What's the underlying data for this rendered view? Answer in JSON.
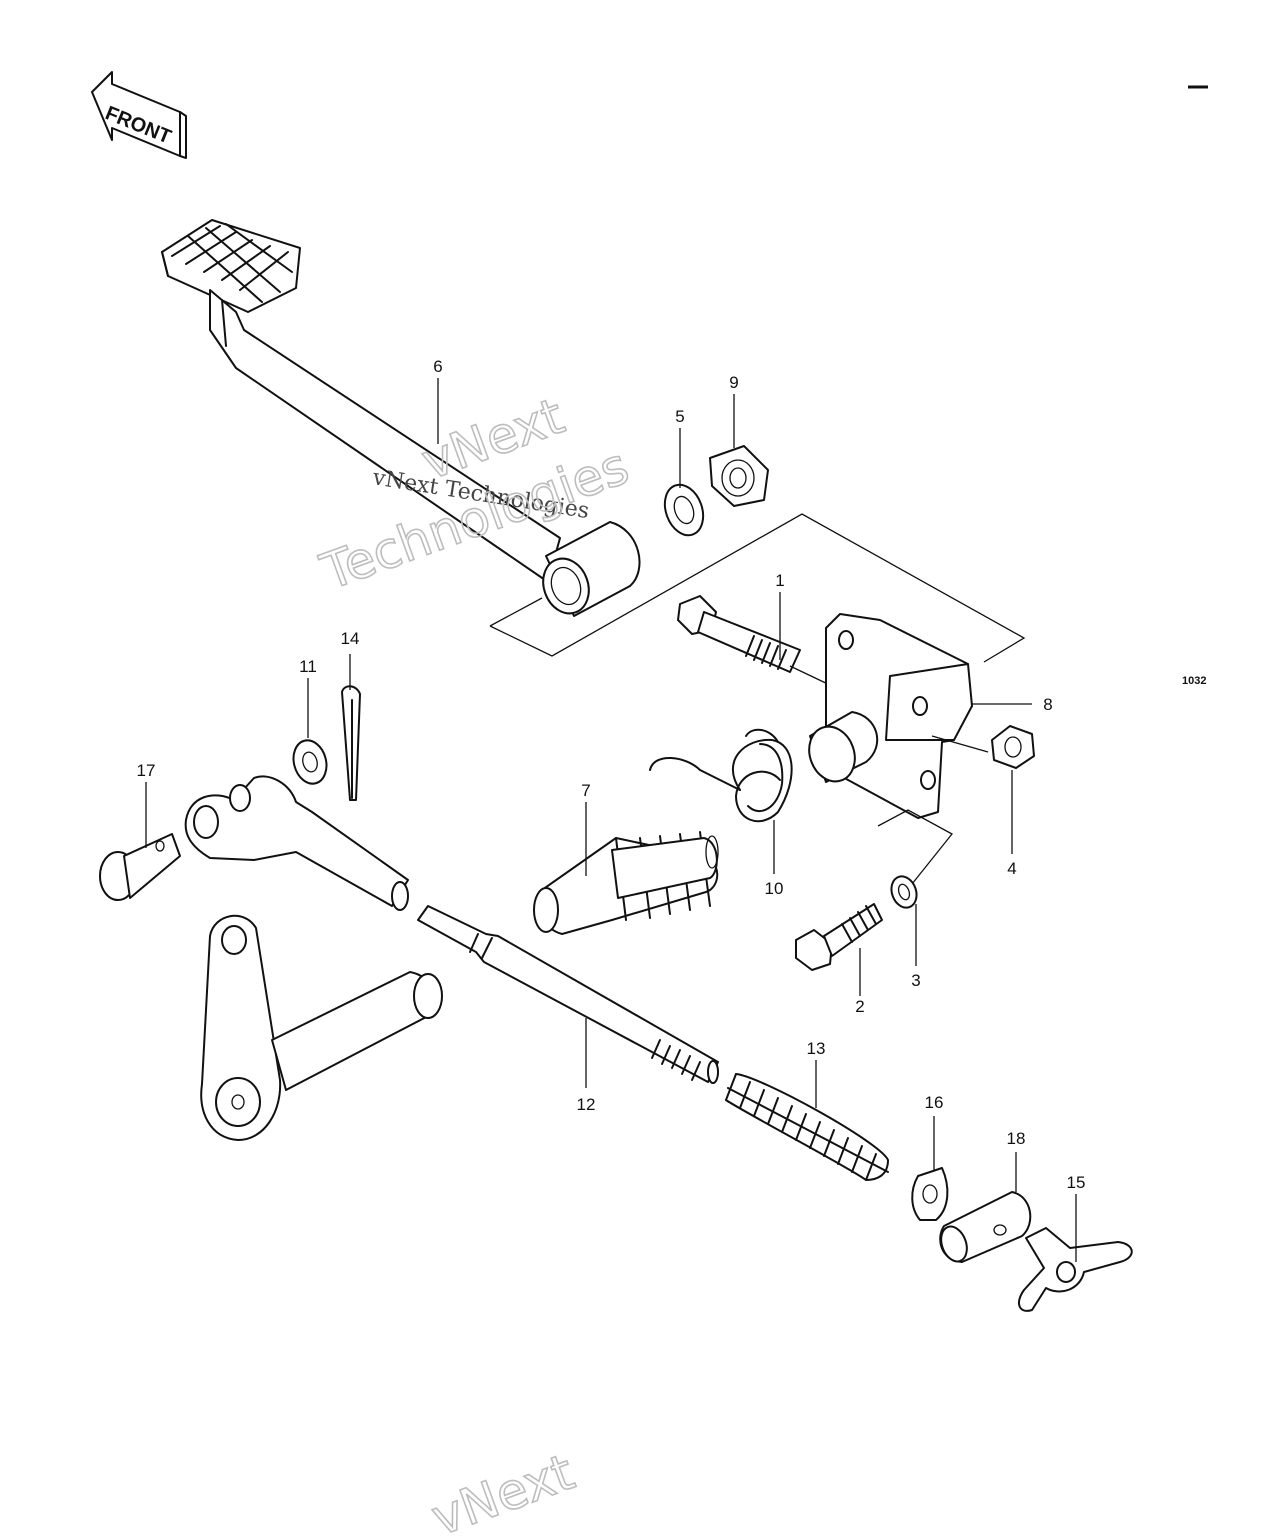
{
  "front_marker": {
    "text": "FRONT"
  },
  "reference_code": "1032",
  "watermark": {
    "line_small": "vNext Technologies",
    "line_big_1": "vNext",
    "line_big_2": "Technologies",
    "bottom": "vNext"
  },
  "parts": [
    {
      "id": "p1",
      "label": "1"
    },
    {
      "id": "p2",
      "label": "2"
    },
    {
      "id": "p3",
      "label": "3"
    },
    {
      "id": "p4",
      "label": "4"
    },
    {
      "id": "p5",
      "label": "5"
    },
    {
      "id": "p6",
      "label": "6"
    },
    {
      "id": "p7",
      "label": "7"
    },
    {
      "id": "p8",
      "label": "8"
    },
    {
      "id": "p9",
      "label": "9"
    },
    {
      "id": "p10",
      "label": "10"
    },
    {
      "id": "p11",
      "label": "11"
    },
    {
      "id": "p12",
      "label": "12"
    },
    {
      "id": "p13",
      "label": "13"
    },
    {
      "id": "p14",
      "label": "14"
    },
    {
      "id": "p15",
      "label": "15"
    },
    {
      "id": "p16",
      "label": "16"
    },
    {
      "id": "p17",
      "label": "17"
    },
    {
      "id": "p18",
      "label": "18"
    }
  ]
}
